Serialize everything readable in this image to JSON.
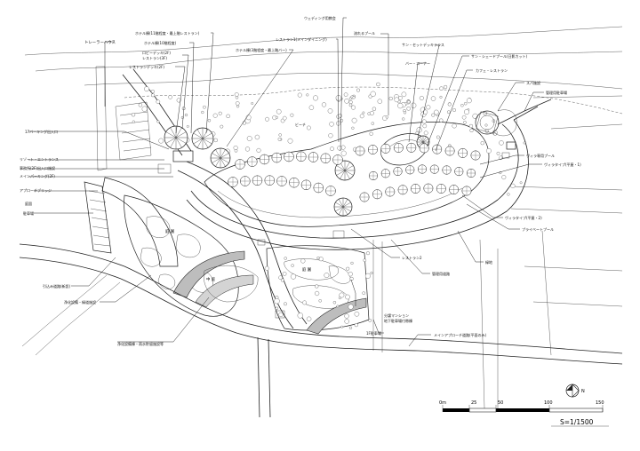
{
  "labels": [
    {
      "id": "trailer-house",
      "text": "トレーラーハウス"
    },
    {
      "id": "hotel-1",
      "text": "ホテル棟(11階程度・最上階レストラン)"
    },
    {
      "id": "hotel-2",
      "text": "ホテル棟(10階程度)"
    },
    {
      "id": "lobby-deck",
      "text": "ロビーデッキ(2F)"
    },
    {
      "id": "restaurant-3f",
      "text": "レストラン(3F)"
    },
    {
      "id": "restaurant-deck",
      "text": "レストランデッキ(2F)"
    },
    {
      "id": "hotel-3",
      "text": "ホテル棟(3階程度・最上階バー)"
    },
    {
      "id": "wedding-chapel",
      "text": "ウェディング用教会"
    },
    {
      "id": "restaurant-1",
      "text": "レストラン1(メインダイニング)"
    },
    {
      "id": "flowing-pool",
      "text": "流れるプール"
    },
    {
      "id": "sunset-terrace",
      "text": "サン・セットデッキテラス"
    },
    {
      "id": "bar-corner",
      "text": "バー・コーナー"
    },
    {
      "id": "shade-pool",
      "text": "サン・シェードプール(日影カット)"
    },
    {
      "id": "cafe",
      "text": "カフェ・レストラン"
    },
    {
      "id": "spa",
      "text": "スパ施設"
    },
    {
      "id": "mgmt-parking",
      "text": "管理用駐車場"
    },
    {
      "id": "villa-pool",
      "text": "ヴィラ専用プール"
    },
    {
      "id": "villa-type-a",
      "text": "ヴィラタイプ(平屋・1)"
    },
    {
      "id": "villa-type-b",
      "text": "ヴィラタイプ(平屋・2)"
    },
    {
      "id": "private-pool",
      "text": "プライベートプール"
    },
    {
      "id": "parking-entrance",
      "text": "17バーキング出入口"
    },
    {
      "id": "resort-entrance",
      "text": "リゾート・エントランス"
    },
    {
      "id": "entrance-office",
      "text": "事務所(2F)出入口施設"
    },
    {
      "id": "main-parking",
      "text": "メインパーキング(2F)"
    },
    {
      "id": "approach-bridge",
      "text": "アプローチブリッジ"
    },
    {
      "id": "tennis",
      "text": "庭園"
    },
    {
      "id": "parking-lot",
      "text": "駐車場"
    },
    {
      "id": "beach",
      "text": "ビーチ"
    },
    {
      "id": "garden-1",
      "text": "庭 園"
    },
    {
      "id": "garden-2",
      "text": "庭 園"
    },
    {
      "id": "garden-3",
      "text": "中 庭"
    },
    {
      "id": "restaurant-2",
      "text": "レストラン2"
    },
    {
      "id": "green",
      "text": "緑地"
    },
    {
      "id": "mgmt-road",
      "text": "管理用道路"
    },
    {
      "id": "walking-path",
      "text": "引込み道路(新設)"
    },
    {
      "id": "condo",
      "text": "分譲マンション"
    },
    {
      "id": "condo-parking",
      "text": "地下駐車場付帯棟"
    },
    {
      "id": "parking-area",
      "text": "1F駐車場"
    },
    {
      "id": "main-approach",
      "text": "メインアプローチ道路(平面のみ)"
    },
    {
      "id": "water-facility",
      "text": "浄化設備・緑道施設"
    },
    {
      "id": "water-facility-2",
      "text": "浄化設備棟・雨水貯留施設等"
    }
  ],
  "scale_bar": {
    "ticks": [
      "0m",
      "25",
      "50",
      "100",
      "150"
    ],
    "ratio": "S=1/1500"
  },
  "north_arrow": {
    "label": "N"
  },
  "colors": {
    "line": "#222222",
    "shade": "#bdbdbd",
    "background": "#ffffff"
  }
}
